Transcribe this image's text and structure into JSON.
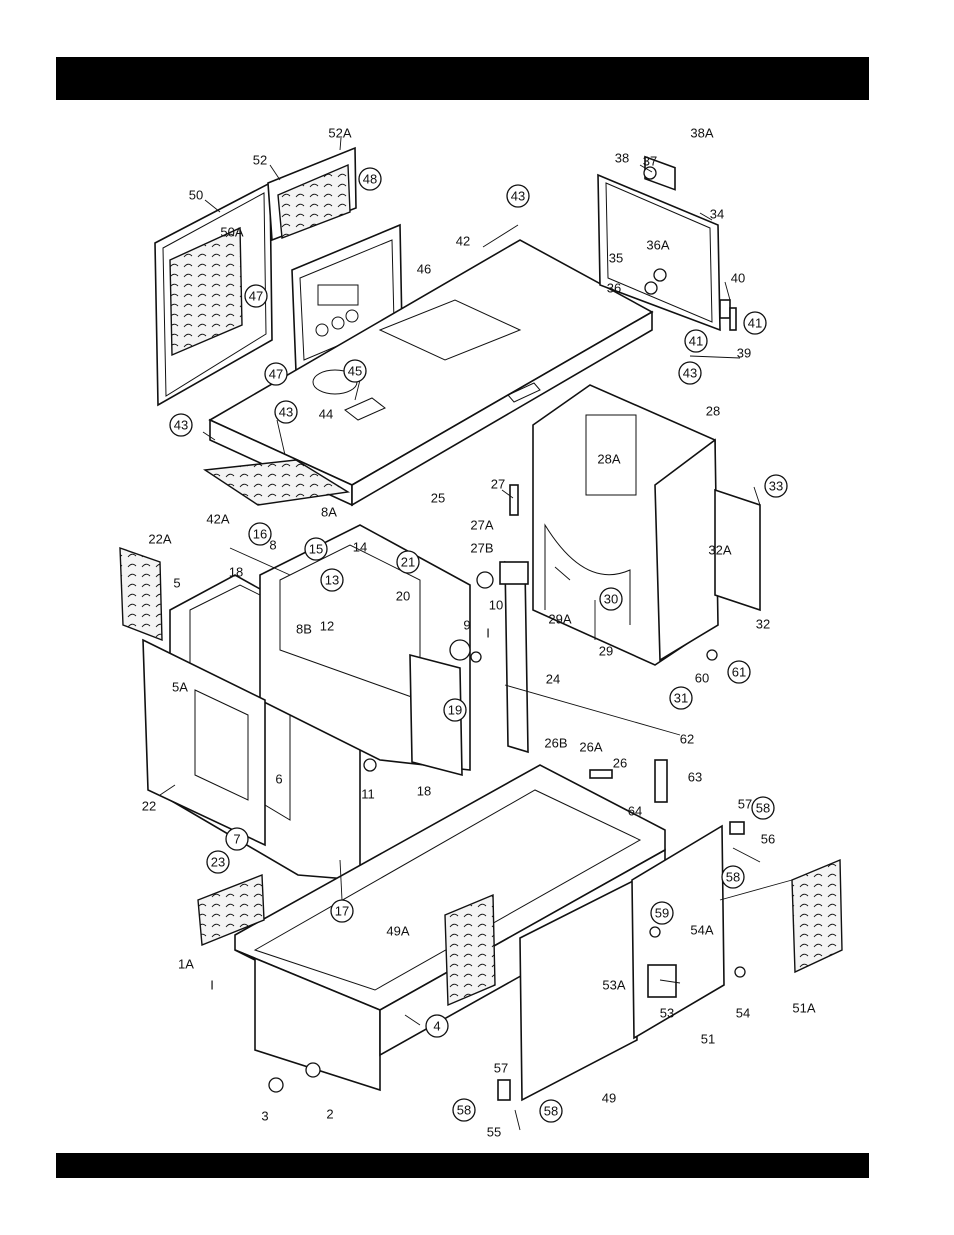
{
  "header": {
    "title": ""
  },
  "footer": {
    "text": ""
  },
  "diagram": {
    "plain_labels": [
      {
        "id": "52A",
        "text": "52A"
      },
      {
        "id": "52",
        "text": "52"
      },
      {
        "id": "50",
        "text": "50"
      },
      {
        "id": "50A",
        "text": "50A"
      },
      {
        "id": "46",
        "text": "46"
      },
      {
        "id": "42",
        "text": "42"
      },
      {
        "id": "44",
        "text": "44"
      },
      {
        "id": "42A",
        "text": "42A"
      },
      {
        "id": "38A",
        "text": "38A"
      },
      {
        "id": "38",
        "text": "38"
      },
      {
        "id": "37",
        "text": "37"
      },
      {
        "id": "34",
        "text": "34"
      },
      {
        "id": "36A",
        "text": "36A"
      },
      {
        "id": "35",
        "text": "35"
      },
      {
        "id": "36",
        "text": "36"
      },
      {
        "id": "40",
        "text": "40"
      },
      {
        "id": "39",
        "text": "39"
      },
      {
        "id": "28",
        "text": "28"
      },
      {
        "id": "28A",
        "text": "28A"
      },
      {
        "id": "27",
        "text": "27"
      },
      {
        "id": "27A",
        "text": "27A"
      },
      {
        "id": "27B",
        "text": "27B"
      },
      {
        "id": "25",
        "text": "25"
      },
      {
        "id": "8A",
        "text": "8A"
      },
      {
        "id": "22A",
        "text": "22A"
      },
      {
        "id": "8",
        "text": "8"
      },
      {
        "id": "14",
        "text": "14"
      },
      {
        "id": "18a",
        "text": "18"
      },
      {
        "id": "5",
        "text": "5"
      },
      {
        "id": "12",
        "text": "12"
      },
      {
        "id": "8B",
        "text": "8B"
      },
      {
        "id": "20",
        "text": "20"
      },
      {
        "id": "10",
        "text": "10"
      },
      {
        "id": "9",
        "text": "9"
      },
      {
        "id": "1a",
        "text": "I"
      },
      {
        "id": "5A",
        "text": "5A"
      },
      {
        "id": "32A",
        "text": "32A"
      },
      {
        "id": "32",
        "text": "32"
      },
      {
        "id": "29A",
        "text": "29A"
      },
      {
        "id": "29",
        "text": "29"
      },
      {
        "id": "60",
        "text": "60"
      },
      {
        "id": "24",
        "text": "24"
      },
      {
        "id": "62",
        "text": "62"
      },
      {
        "id": "26B",
        "text": "26B"
      },
      {
        "id": "26A",
        "text": "26A"
      },
      {
        "id": "26",
        "text": "26"
      },
      {
        "id": "63",
        "text": "63"
      },
      {
        "id": "64",
        "text": "64"
      },
      {
        "id": "11",
        "text": "11"
      },
      {
        "id": "18b",
        "text": "18"
      },
      {
        "id": "6",
        "text": "6"
      },
      {
        "id": "22",
        "text": "22"
      },
      {
        "id": "57a",
        "text": "57"
      },
      {
        "id": "56",
        "text": "56"
      },
      {
        "id": "49A",
        "text": "49A"
      },
      {
        "id": "1A",
        "text": "1A"
      },
      {
        "id": "1b",
        "text": "I"
      },
      {
        "id": "54A",
        "text": "54A"
      },
      {
        "id": "53A",
        "text": "53A"
      },
      {
        "id": "53",
        "text": "53"
      },
      {
        "id": "54",
        "text": "54"
      },
      {
        "id": "51A",
        "text": "51A"
      },
      {
        "id": "51",
        "text": "51"
      },
      {
        "id": "3",
        "text": "3"
      },
      {
        "id": "2",
        "text": "2"
      },
      {
        "id": "57b",
        "text": "57"
      },
      {
        "id": "49",
        "text": "49"
      },
      {
        "id": "55",
        "text": "55"
      }
    ],
    "circled_labels": [
      {
        "id": "48",
        "text": "48"
      },
      {
        "id": "47a",
        "text": "47"
      },
      {
        "id": "47b",
        "text": "47"
      },
      {
        "id": "43a",
        "text": "43"
      },
      {
        "id": "43b",
        "text": "43"
      },
      {
        "id": "43c",
        "text": "43"
      },
      {
        "id": "43d",
        "text": "43"
      },
      {
        "id": "45",
        "text": "45"
      },
      {
        "id": "41a",
        "text": "41"
      },
      {
        "id": "41b",
        "text": "41"
      },
      {
        "id": "33",
        "text": "33"
      },
      {
        "id": "16",
        "text": "16"
      },
      {
        "id": "15",
        "text": "15"
      },
      {
        "id": "13",
        "text": "13"
      },
      {
        "id": "21",
        "text": "21"
      },
      {
        "id": "30",
        "text": "30"
      },
      {
        "id": "61",
        "text": "61"
      },
      {
        "id": "31",
        "text": "31"
      },
      {
        "id": "19",
        "text": "19"
      },
      {
        "id": "7",
        "text": "7"
      },
      {
        "id": "23",
        "text": "23"
      },
      {
        "id": "58a",
        "text": "58"
      },
      {
        "id": "58b",
        "text": "58"
      },
      {
        "id": "17",
        "text": "17"
      },
      {
        "id": "59",
        "text": "59"
      },
      {
        "id": "4",
        "text": "4"
      },
      {
        "id": "58c",
        "text": "58"
      },
      {
        "id": "58d",
        "text": "58"
      }
    ]
  }
}
